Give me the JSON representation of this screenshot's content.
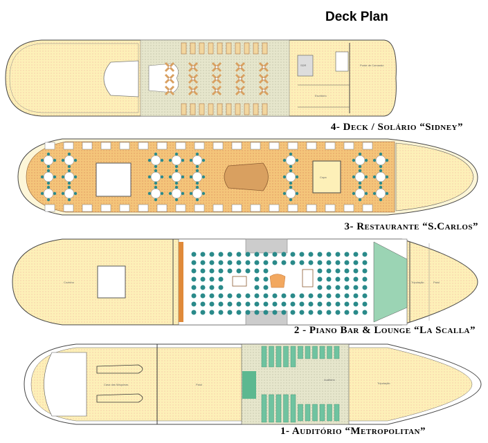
{
  "title": "Deck Plan",
  "decks": [
    {
      "label": "4- Deck / Solário “Sidney”",
      "rooms": [
        "SDR",
        "Ponte de Comando",
        "Escritório"
      ]
    },
    {
      "label": "3- Restaurante “S.Carlos”",
      "rooms": [
        "Copa"
      ]
    },
    {
      "label": "2 - Piano Bar & Lounge “La Scalla”",
      "rooms": [
        "Cozinha",
        "Tripulação",
        "Paiol"
      ]
    },
    {
      "label": "1- Auditório “Metropolitan”",
      "rooms": [
        "Casa das Máquinas",
        "Paiol",
        "Auditório",
        "Tripulação"
      ]
    }
  ],
  "colors": {
    "hull": "#fdf0b8",
    "deck_wood": "#f3c77a",
    "table": "#2a8a8a",
    "seat": "#6fc3a0",
    "outline": "#333333"
  }
}
